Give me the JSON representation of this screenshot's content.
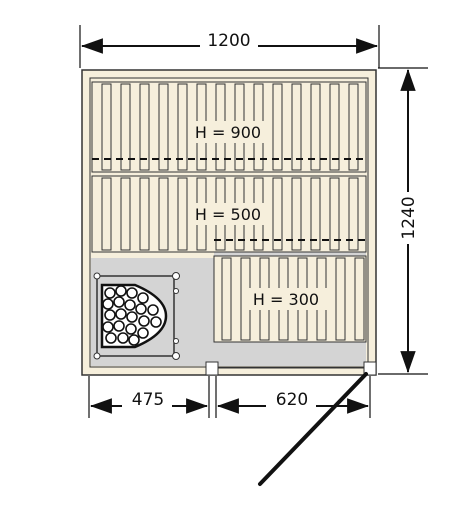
{
  "dimensions": {
    "width_total": "1200",
    "depth_total": "1240",
    "stove_zone": "475",
    "door_zone": "620"
  },
  "benches": {
    "upper_height_label": "H = 900",
    "middle_height_label": "H = 500",
    "lower_height_label": "H = 300"
  },
  "colors": {
    "wood": "#f6efdc",
    "wood_outline": "#333333",
    "floor": "#d4d4d4",
    "line": "#111111"
  },
  "icons": {
    "stove": "stove-heater-icon",
    "door": "door-swing-icon"
  }
}
